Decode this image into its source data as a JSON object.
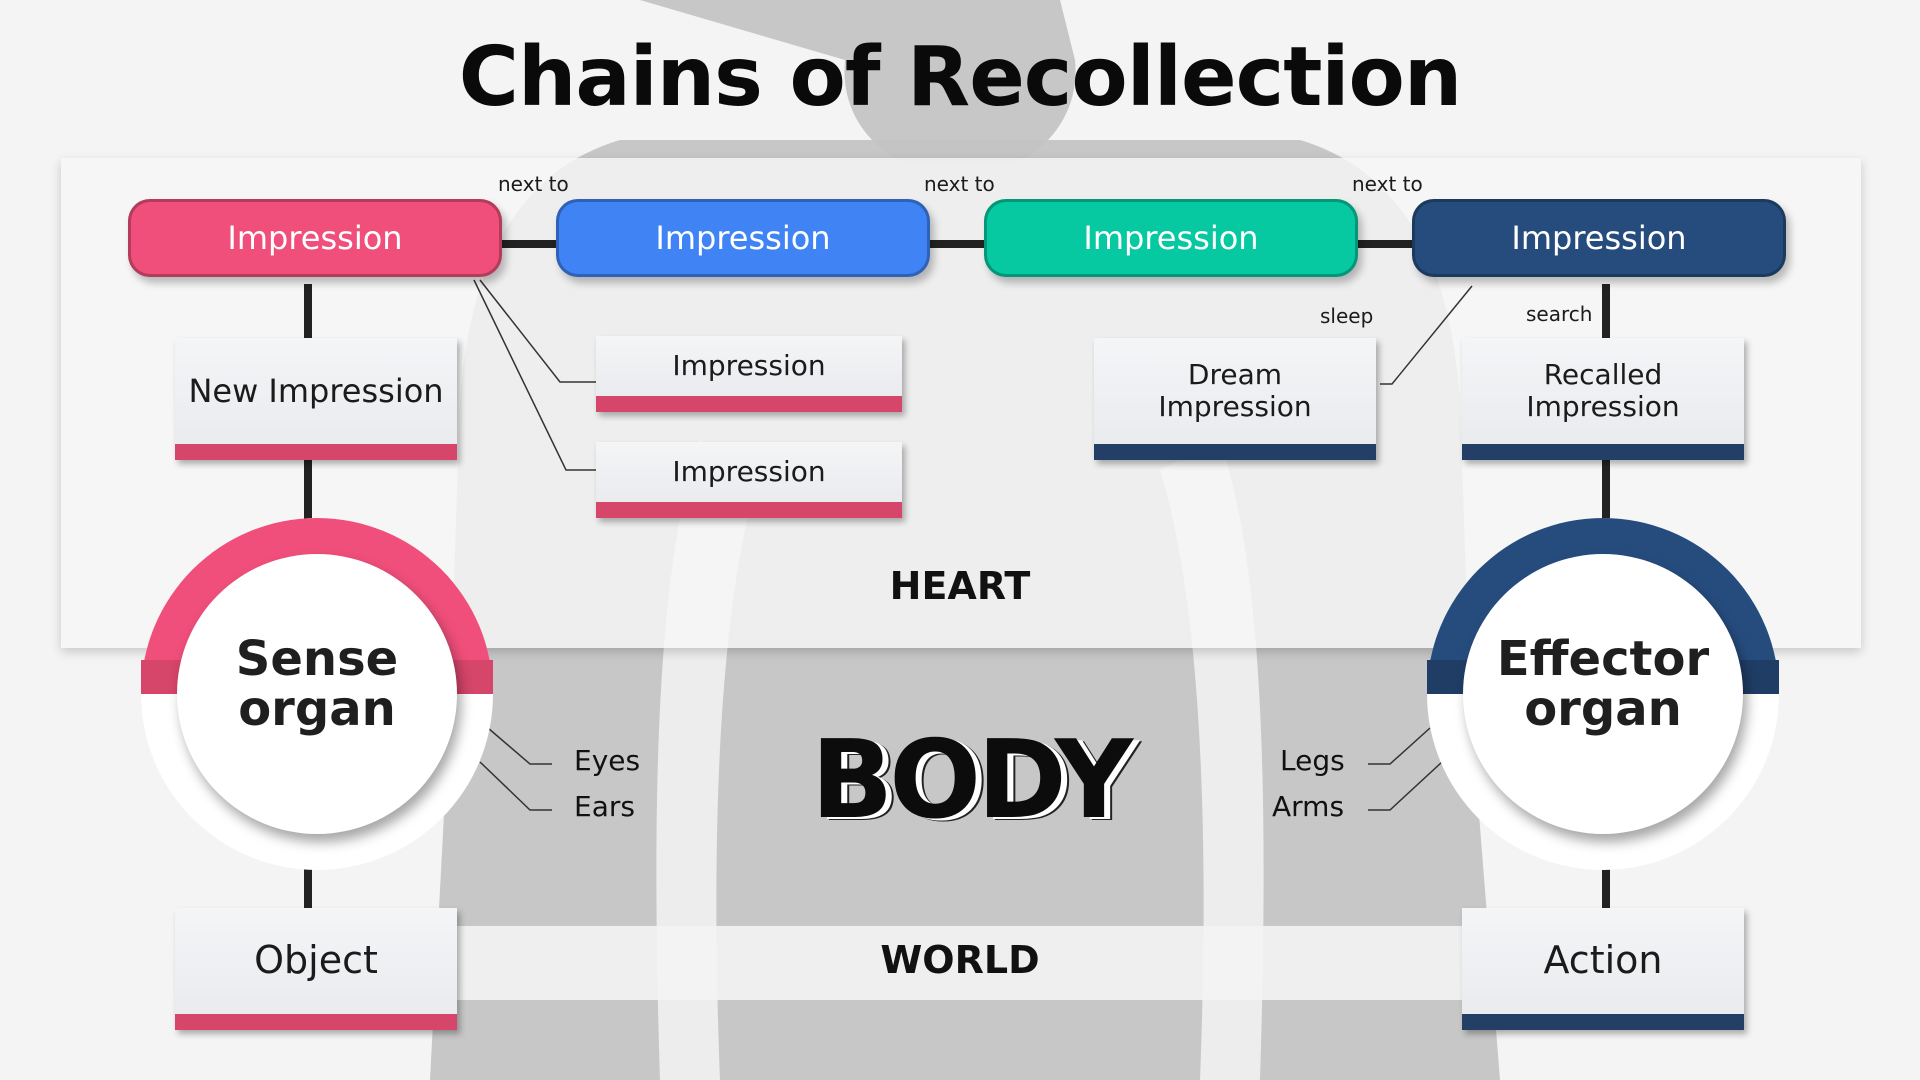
{
  "title": "Chains of Recollection",
  "colors": {
    "red": "#ef4f7a",
    "blue": "#3f83f5",
    "teal": "#06c9a1",
    "navy": "#264c7e",
    "connector": "#222222",
    "silhouette": "#c2c2c2"
  },
  "chain": {
    "impressions": [
      {
        "label": "Impression",
        "color": "#ef4f7a"
      },
      {
        "label": "Impression",
        "color": "#3f83f5"
      },
      {
        "label": "Impression",
        "color": "#06c9a1"
      },
      {
        "label": "Impression",
        "color": "#264c7e"
      }
    ],
    "links": [
      "next to",
      "next to",
      "next to"
    ]
  },
  "heart": {
    "label": "HEART",
    "new_impression": "New Impression",
    "side_impressions": [
      "Impression",
      "Impression"
    ],
    "sleep_label": "sleep",
    "dream_impression": "Dream\nImpression",
    "search_label": "search",
    "recalled_impression": "Recalled\nImpression"
  },
  "body": {
    "label": "BODY",
    "sense_organ": "Sense\norgan",
    "sense_parts": [
      "Eyes",
      "Ears"
    ],
    "effector_organ": "Effector\norgan",
    "effector_parts": [
      "Legs",
      "Arms"
    ]
  },
  "world": {
    "label": "WORLD",
    "object": "Object",
    "action": "Action"
  }
}
